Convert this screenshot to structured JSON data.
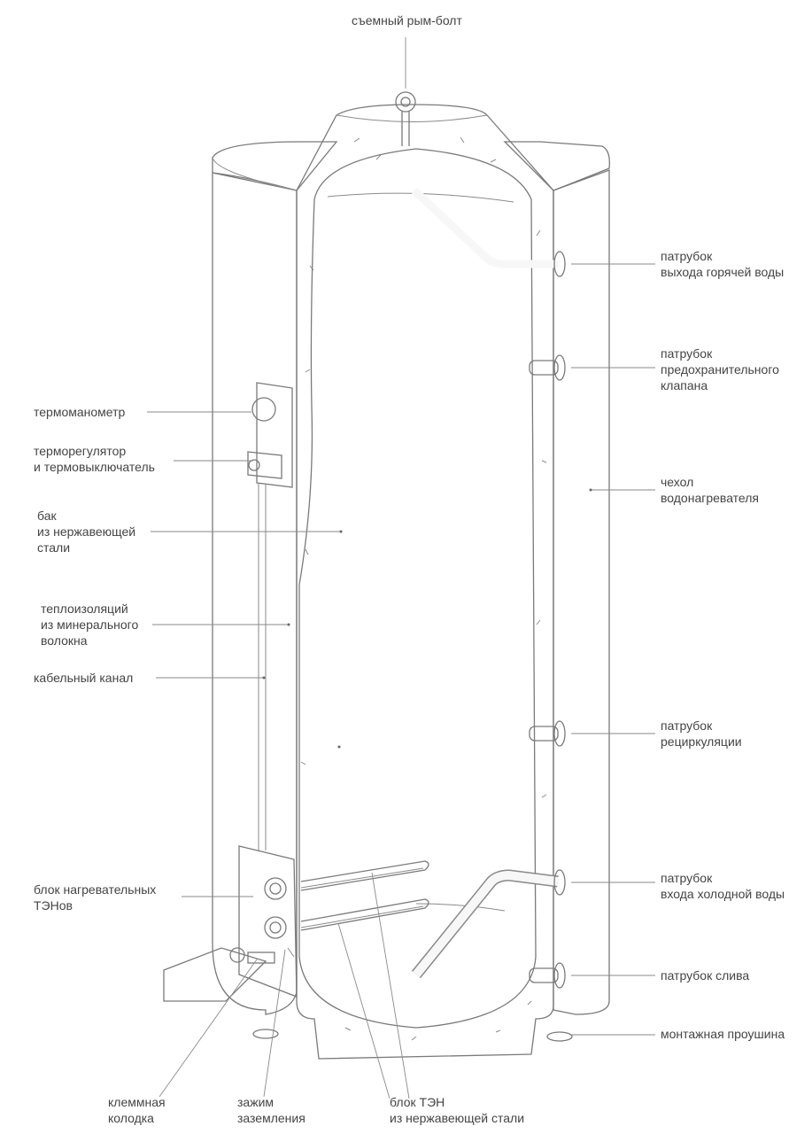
{
  "diagram": {
    "labels": {
      "eyebolt": [
        "съемный рым-болт"
      ],
      "hot_outlet": [
        "патрубок",
        "выхода горячей воды"
      ],
      "safety_valve": [
        "патрубок",
        "предохранительного",
        "клапана"
      ],
      "casing": [
        "чехол",
        "водонагревателя"
      ],
      "recirculation": [
        "патрубок",
        "рециркуляции"
      ],
      "cold_inlet": [
        "патрубок",
        "входа холодной воды"
      ],
      "drain": [
        "патрубок слива"
      ],
      "mounting_lug": [
        "монтажная проушина"
      ],
      "thermomanometer": [
        "термоманометр"
      ],
      "thermostat": [
        "терморегулятор",
        "и термовыключатель"
      ],
      "tank": [
        "бак",
        "из нержавеющей",
        "стали"
      ],
      "insulation": [
        "теплоизоляций",
        "из минерального",
        "волокна"
      ],
      "cable_channel": [
        "кабельный канал"
      ],
      "heater_block": [
        "блок нагревательных",
        "ТЭНов"
      ],
      "terminal_block": [
        "клеммная",
        "колодка"
      ],
      "ground_clamp": [
        "зажим",
        "заземления"
      ],
      "steel_heater_block": [
        "блок ТЭН",
        "из нержавеющей стали"
      ]
    },
    "colors": {
      "line": "#7a7a7a",
      "insulation": "#f1f1f1",
      "tank": "#f4f4f4",
      "text": "#444444"
    }
  }
}
